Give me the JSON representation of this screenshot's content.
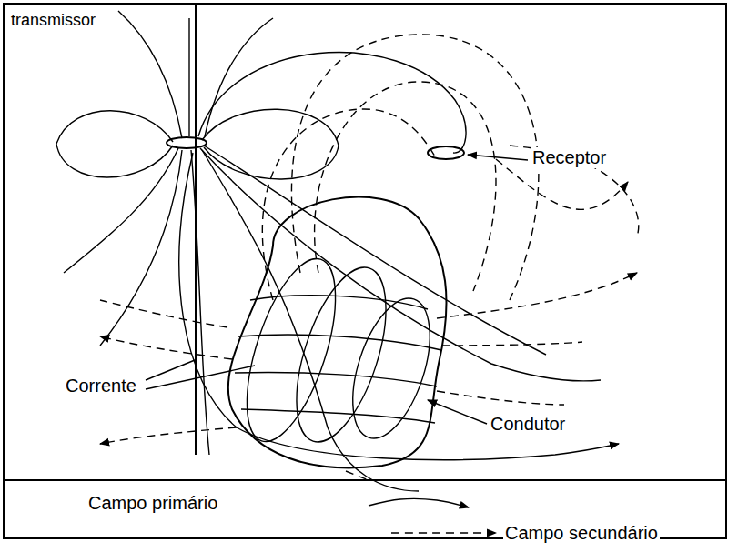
{
  "diagram": {
    "labels": [
      "transmissor",
      "Receptor",
      "Corrente",
      "Condutor"
    ],
    "legend": [
      {
        "text": "Campo primário"
      },
      {
        "text": "Campo secundário"
      }
    ]
  }
}
